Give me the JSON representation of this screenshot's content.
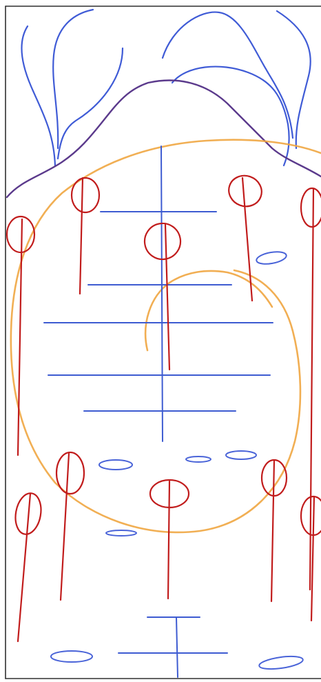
{
  "sketch": {
    "colors": {
      "frame": "#2e2e2e",
      "hills": "#3f5bd6",
      "horizon": "#5b3a8c",
      "bubbles": "#f0a641",
      "grid": "#3d5bd1",
      "trees": "#c11c1c",
      "puddles": "#4963d8"
    },
    "elements": [
      "frame",
      "hill-strokes",
      "horizon-line",
      "bubble-circles",
      "grid-lines",
      "tree-lollipops",
      "puddle-ellipses"
    ]
  }
}
